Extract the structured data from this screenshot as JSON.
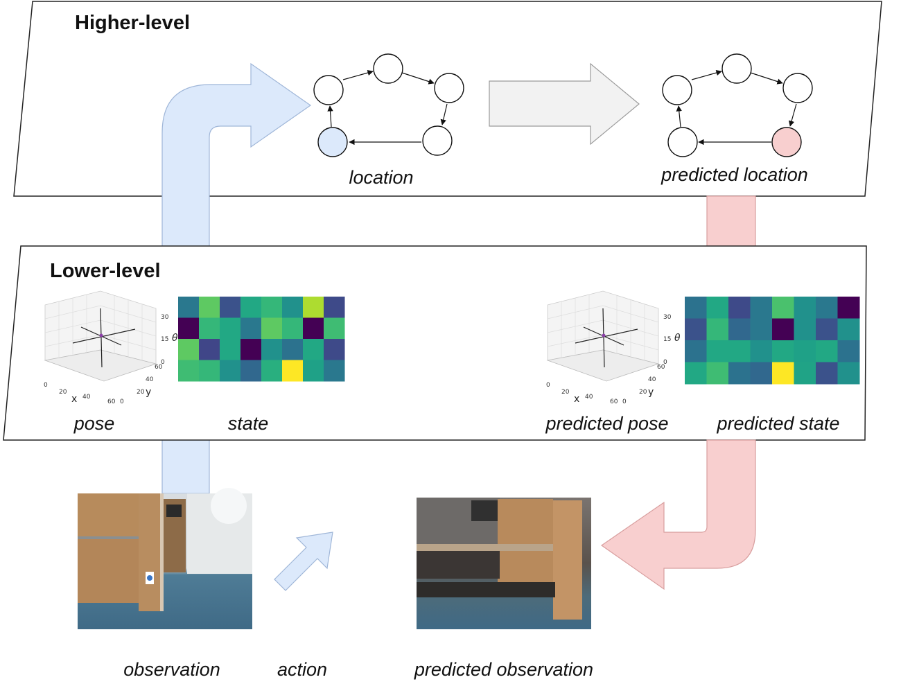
{
  "higher_level": {
    "title": "Higher-level",
    "location_label": "location",
    "predicted_location_label": "predicted location",
    "colors": {
      "location_node": "#dce9fb",
      "predicted_node": "#f8cfcf"
    }
  },
  "lower_level": {
    "title": "Lower-level",
    "pose_label": "pose",
    "state_label": "state",
    "predicted_pose_label": "predicted pose",
    "predicted_state_label": "predicted state",
    "pose_plot": {
      "z_ticks": [
        "30",
        "15",
        "0"
      ],
      "z_label": "θ",
      "x_ticks": [
        "0",
        "20",
        "40",
        "60"
      ],
      "x_label": "x",
      "y_ticks": [
        "0",
        "20",
        "40",
        "60"
      ],
      "y_label": "y"
    },
    "state_grid": [
      [
        "#2a788e",
        "#5ec962",
        "#3b528b",
        "#22a884",
        "#35b779",
        "#21918c",
        "#addc30",
        "#3e4a89"
      ],
      [
        "#440154",
        "#35b779",
        "#22a884",
        "#2a788e",
        "#5ec962",
        "#35b779",
        "#440154",
        "#3fbc73"
      ],
      [
        "#5ec962",
        "#404688",
        "#22a884",
        "#440154",
        "#21918c",
        "#2c728e",
        "#22a884",
        "#3e4a89"
      ],
      [
        "#3fbc73",
        "#35b779",
        "#21918c",
        "#31688e",
        "#29af7f",
        "#fde725",
        "#1fa187",
        "#2a788e"
      ]
    ],
    "predicted_state_grid": [
      [
        "#2c728e",
        "#22a884",
        "#3e4a89",
        "#2a788e",
        "#4ac16d",
        "#21918c",
        "#2a788e",
        "#440154"
      ],
      [
        "#3b528b",
        "#35b779",
        "#31688e",
        "#2a788e",
        "#440154",
        "#21918c",
        "#3b528b",
        "#21918c"
      ],
      [
        "#2c728e",
        "#22a884",
        "#22a884",
        "#21918c",
        "#22a884",
        "#1fa187",
        "#22a884",
        "#2c728e"
      ],
      [
        "#22a884",
        "#3fbc73",
        "#2c728e",
        "#31688e",
        "#fde725",
        "#20a386",
        "#3b528b",
        "#21918c"
      ]
    ]
  },
  "bottom": {
    "observation_label": "observation",
    "action_label": "action",
    "predicted_observation_label": "predicted observation"
  },
  "colors": {
    "blue_arrow": "#dce9fb",
    "blue_arrow_stroke": "#9fb6d8",
    "red_arrow": "#f8cfcf",
    "red_arrow_stroke": "#d89e9e",
    "grey_arrow": "#f2f2f2",
    "grey_arrow_stroke": "#9a9a9a"
  }
}
